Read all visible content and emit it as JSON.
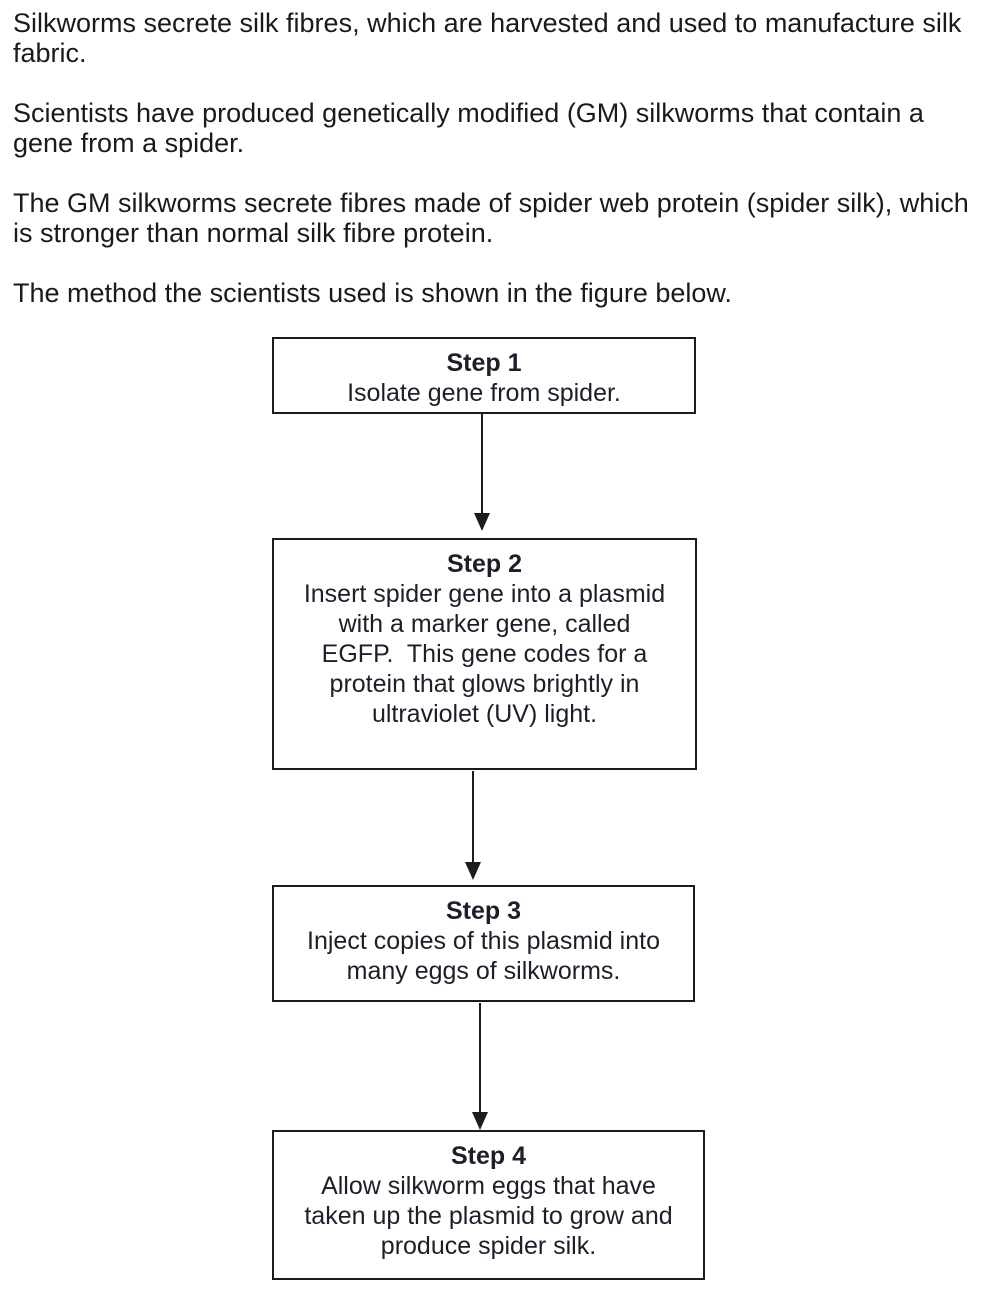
{
  "colors": {
    "background": "#ffffff",
    "body_text": "#1a1a1a",
    "box_border": "#1c1c1c",
    "box_text": "#1e1e2a",
    "arrow": "#1c1c1c"
  },
  "intro_paragraphs": [
    {
      "lines": [
        "Silkworms secrete silk fibres, which are harvested and used to manufacture silk",
        "fabric."
      ]
    },
    {
      "lines": [
        "Scientists have produced genetically modified (GM) silkworms that contain a",
        "gene from a spider."
      ]
    },
    {
      "lines": [
        "The GM silkworms secrete fibres made of spider web protein (spider silk), which",
        "is stronger than normal silk fibre protein."
      ]
    },
    {
      "lines": [
        "The method the scientists used is shown in the figure below."
      ]
    }
  ],
  "flowchart": {
    "steps": [
      {
        "title": "Step 1",
        "lines": [
          "Isolate gene from spider."
        ]
      },
      {
        "title": "Step 2",
        "lines": [
          "Insert spider gene into a plasmid",
          "with a marker gene, called",
          "EGFP.  This gene codes for a",
          "protein that glows brightly in",
          "ultraviolet (UV) light."
        ]
      },
      {
        "title": "Step 3",
        "lines": [
          "Inject copies of this plasmid into",
          "many eggs of silkworms."
        ]
      },
      {
        "title": "Step 4",
        "lines": [
          "Allow silkworm eggs that have",
          "taken up the plasmid to grow and",
          "produce spider silk."
        ]
      }
    ]
  }
}
